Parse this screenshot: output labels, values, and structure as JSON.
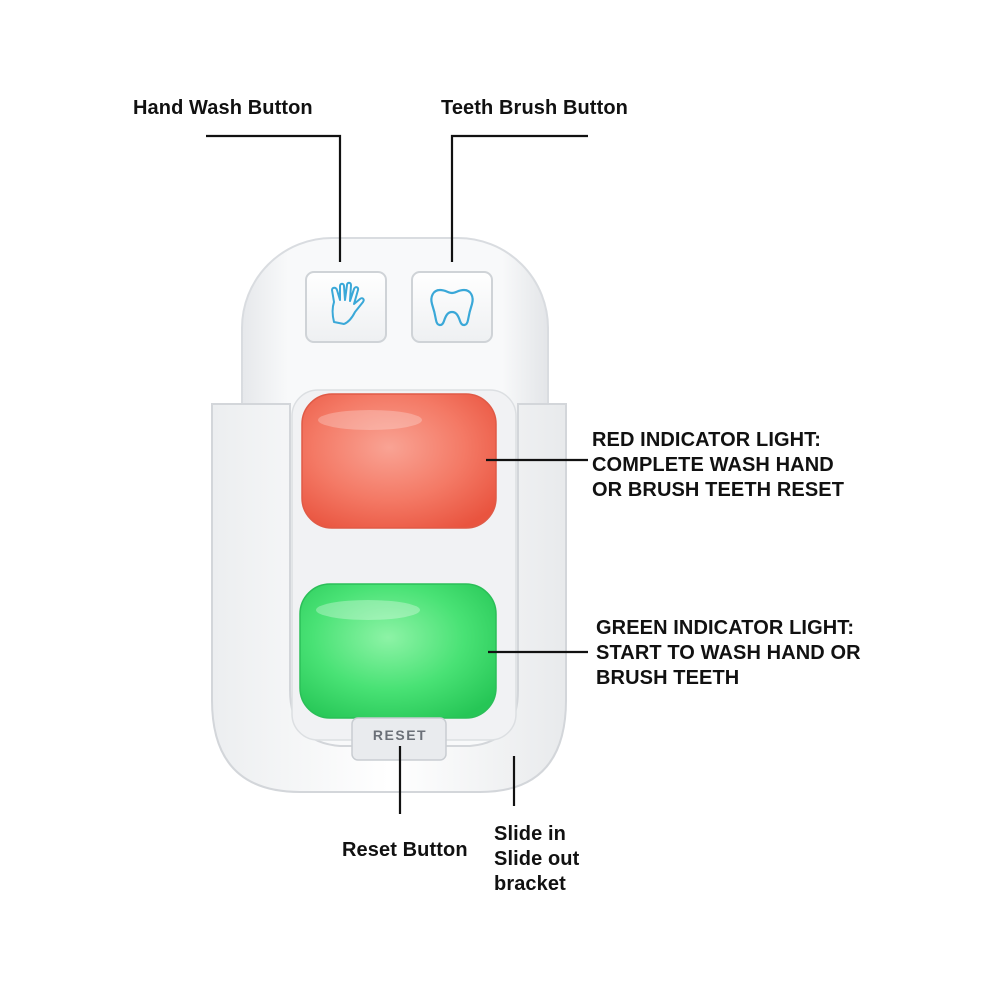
{
  "labels": {
    "hand_wash": "Hand Wash Button",
    "teeth_brush": "Teeth Brush Button",
    "red_light": [
      "RED INDICATOR LIGHT:",
      "COMPLETE WASH HAND",
      "OR BRUSH TEETH RESET"
    ],
    "green_light": [
      "GREEN INDICATOR LIGHT:",
      "START TO WASH HAND OR",
      "BRUSH TEETH"
    ],
    "reset_button": "Reset Button",
    "slide_bracket": [
      "Slide in",
      "Slide out",
      "bracket"
    ]
  },
  "device": {
    "reset_text": "RESET",
    "icons": {
      "hand_button": "hand-icon",
      "tooth_button": "tooth-icon"
    }
  },
  "colors": {
    "red_light": "#f2705d",
    "green_light": "#3fe06e",
    "icon_blue": "#3aa8d8",
    "housing": "#f4f5f7",
    "line": "#111111"
  }
}
